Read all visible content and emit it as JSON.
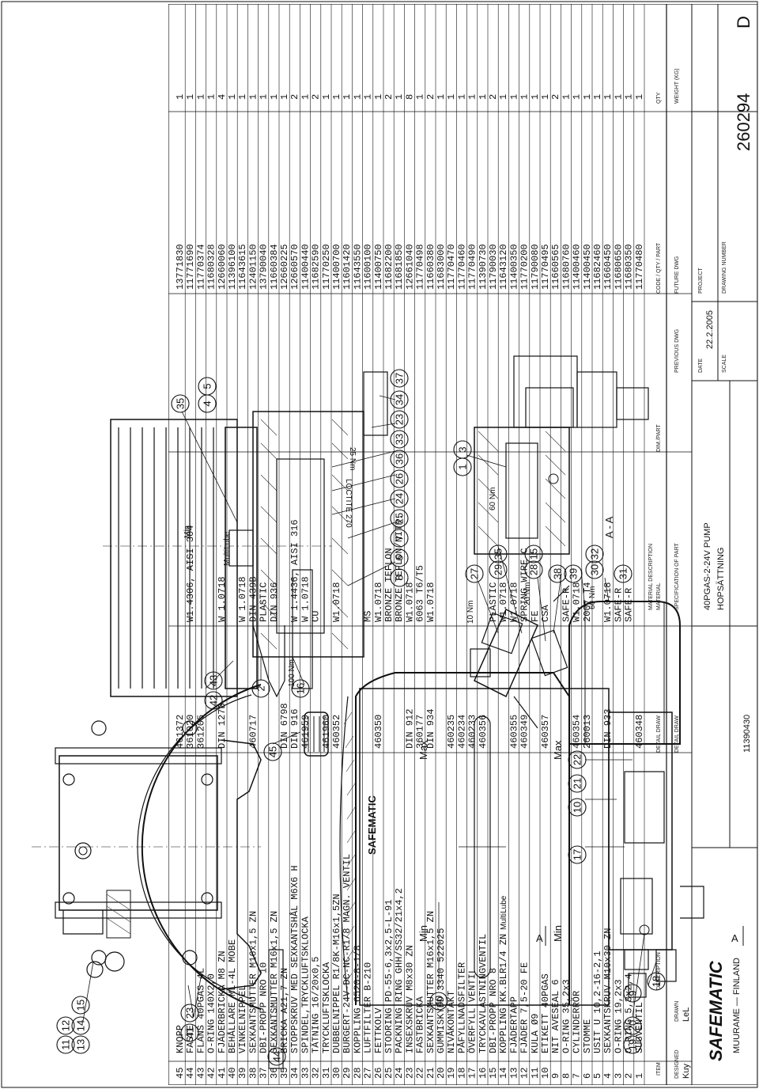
{
  "parts_list": {
    "header": {
      "item": "ITEM",
      "description": "DESCRIPTION",
      "detail_draw": "DETAIL DRAW",
      "material": "MATERIAL",
      "material_description": "MATERIAL DESCRIPTION",
      "dim_part": "DIM./PART",
      "code": "CODE / QTY / PART",
      "qty": "QTY"
    },
    "items": [
      {
        "no": "45",
        "desc": "KNOPP",
        "draw": "461372",
        "mat": "",
        "code": "13771830",
        "qty": "1"
      },
      {
        "no": "44",
        "desc": "FASTE",
        "draw": "361020",
        "mat": "W1.4306, AISI 304",
        "code": "11771690",
        "qty": "1"
      },
      {
        "no": "43",
        "desc": "FLANS 40PGAS 4L",
        "draw": "361205",
        "mat": "",
        "code": "11770374",
        "qty": "1"
      },
      {
        "no": "42",
        "desc": "O-RING 140X2,0",
        "draw": "",
        "mat": "",
        "code": "11680328",
        "qty": "1"
      },
      {
        "no": "41",
        "desc": "FJÄDERBRICKA M8 ZN",
        "draw": "DIN 127B",
        "mat": "W 1.0718",
        "code": "12660060",
        "qty": "4"
      },
      {
        "no": "40",
        "desc": "BEHÅLLARE ML-4L MOBE",
        "draw": "",
        "mat": "",
        "code": "11396100",
        "qty": "1"
      },
      {
        "no": "39",
        "desc": "VINKELNIPPEL",
        "draw": "",
        "mat": "W 1.0718",
        "code": "11643615",
        "qty": "1"
      },
      {
        "no": "38",
        "desc": "SEXKANTSMUTTER M16x1,5 ZN",
        "draw": "460717",
        "mat": "DIN 439B",
        "code": "12401150",
        "qty": "1"
      },
      {
        "no": "37",
        "desc": "DBI-PROPP NRO 10",
        "draw": "",
        "mat": "PLASTIC",
        "code": "13790040",
        "qty": "1"
      },
      {
        "no": "36",
        "desc": "SEXKANTSMUTTER M16x1,5 ZN",
        "draw": "",
        "mat": "DIN 936",
        "code": "11660384",
        "qty": "1"
      },
      {
        "no": "35",
        "desc": "BRICKA A21,7 ZN",
        "draw": "DIN 6798",
        "mat": "",
        "code": "12660225",
        "qty": "1"
      },
      {
        "no": "34",
        "desc": "STOPPSKRUV MED SEXKANTSHÅL M6X6 H",
        "draw": "DIN 916",
        "mat": "W 1.4436, AISI 316",
        "code": "12660570",
        "qty": "2"
      },
      {
        "no": "33",
        "desc": "SPINDEL,TRYCKLUFTSKLOCKA",
        "draw": "461959",
        "mat": "W 1.0718",
        "code": "11400440",
        "qty": "1"
      },
      {
        "no": "32",
        "desc": "TÄTNING 16/20x0,5",
        "draw": "",
        "mat": "CU",
        "code": "11682590",
        "qty": "2"
      },
      {
        "no": "31",
        "desc": "TRYCKLUFTSKLOCKA",
        "draw": "461960",
        "mat": "",
        "code": "11770250",
        "qty": "1"
      },
      {
        "no": "30",
        "desc": "DUBBELNIPPEL R1/8K-M16x1,5ZN",
        "draw": "460352",
        "mat": "W1.0718",
        "code": "11400700",
        "qty": "1"
      },
      {
        "no": "29",
        "desc": "BURGERT-24V-DC-NC-R1/8 MAGN. VENTIL",
        "draw": "",
        "mat": "",
        "code": "11601420",
        "qty": "1"
      },
      {
        "no": "28",
        "desc": "KOPPLING 6520-8-1/8",
        "draw": "",
        "mat": "",
        "code": "11643550",
        "qty": "1"
      },
      {
        "no": "27",
        "desc": "LUFTFILTER B-210",
        "draw": "",
        "mat": "MS",
        "code": "11600100",
        "qty": "1"
      },
      {
        "no": "26",
        "desc": "FETTKOLV",
        "draw": "460350",
        "mat": "W1.0718",
        "code": "11400750",
        "qty": "1"
      },
      {
        "no": "25",
        "desc": "STODRING PD-55-6,3x2,5-L-91",
        "draw": "",
        "mat": "BRONZE TEFLON",
        "code": "11682200",
        "qty": "2"
      },
      {
        "no": "24",
        "desc": "PACKNING RING GHH/SS32/21x4,2",
        "draw": "",
        "mat": "BRONZE TEFLON/NITR.",
        "code": "11681850",
        "qty": "1"
      },
      {
        "no": "23",
        "desc": "INSEXSKRUV M8x30 ZN",
        "draw": "DIN 912",
        "mat": "W1.0718",
        "code": "12661040",
        "qty": "8"
      },
      {
        "no": "22",
        "desc": "FASTBRICKA",
        "draw": "360177",
        "mat": "6063 T6/T5",
        "code": "11770498",
        "qty": "1"
      },
      {
        "no": "21",
        "desc": "SEXKANTSMUTTER M16x1,5 ZN",
        "draw": "DIN 934",
        "mat": "W1.0718",
        "code": "11660380",
        "qty": "2"
      },
      {
        "no": "20",
        "desc": "GUMMISKYDD 3340 522025",
        "draw": "",
        "mat": "",
        "code": "11683000",
        "qty": "1"
      },
      {
        "no": "19",
        "desc": "NIVÅKONTAKT",
        "draw": "460235",
        "mat": "",
        "code": "11770470",
        "qty": "1"
      },
      {
        "no": "18",
        "desc": "PÅFYLLNADSFILTER",
        "draw": "460234",
        "mat": "",
        "code": "11770460",
        "qty": "1"
      },
      {
        "no": "17",
        "desc": "ÖVERFYLL VENTIL",
        "draw": "460233",
        "mat": "",
        "code": "11770490",
        "qty": "1"
      },
      {
        "no": "16",
        "desc": "TRYCKAVLASTNINGVENTIL",
        "draw": "460356",
        "mat": "",
        "code": "11390730",
        "qty": "1"
      },
      {
        "no": "15",
        "desc": "DBI-PROPP NRO 8",
        "draw": "",
        "mat": "PLASTIC",
        "code": "11790030",
        "qty": "2"
      },
      {
        "no": "14",
        "desc": "KOPPLING KK.BLR1/4 ZN",
        "draw": "",
        "mat": "W1.0718",
        "code": "11643120",
        "qty": "1"
      },
      {
        "no": "13",
        "desc": "FJÄDERTAPP",
        "draw": "460355",
        "mat": "W1.0718",
        "code": "11400350",
        "qty": "1"
      },
      {
        "no": "12",
        "desc": "FJÄDER 7,5-20 FE",
        "draw": "460349",
        "mat": "SPRING WIRE C",
        "code": "11770200",
        "qty": "1"
      },
      {
        "no": "11",
        "desc": "KULA Ø9",
        "draw": "",
        "mat": "FE",
        "code": "11790080",
        "qty": "1"
      },
      {
        "no": "10",
        "desc": "ETIKETT 40PGAS",
        "draw": "460357",
        "mat": "CSA",
        "code": "11770495",
        "qty": "1"
      },
      {
        "no": "9",
        "desc": "NIT AVESEAL 6",
        "draw": "",
        "mat": "",
        "code": "11660565",
        "qty": "2"
      },
      {
        "no": "8",
        "desc": "O-RING 35,2x3",
        "draw": "",
        "mat": "SAFE-R",
        "code": "11680760",
        "qty": "1"
      },
      {
        "no": "7",
        "desc": "CYLINDERRÖR",
        "draw": "460354",
        "mat": "W1.0718",
        "code": "11400460",
        "qty": "1"
      },
      {
        "no": "6",
        "desc": "STOMME",
        "draw": "260013",
        "mat": "2007 T4",
        "code": "11400450",
        "qty": "1"
      },
      {
        "no": "5",
        "desc": "USIT U 10,2-16-2,1",
        "draw": "",
        "mat": "",
        "code": "11682460",
        "qty": "1"
      },
      {
        "no": "4",
        "desc": "SEXKANTSKRUV M10x30 ZN",
        "draw": "DIN 933",
        "mat": "W1.0718",
        "code": "11660450",
        "qty": "1"
      },
      {
        "no": "3",
        "desc": "O-RING 19,2x3",
        "draw": "",
        "mat": "SAFE-R",
        "code": "11680650",
        "qty": "1"
      },
      {
        "no": "2",
        "desc": "O-RING 5,3x2,4",
        "draw": "",
        "mat": "SAFE-R",
        "code": "11680350",
        "qty": "1"
      },
      {
        "no": "1",
        "desc": "SUGVENTIL",
        "draw": "460348",
        "mat": "",
        "code": "11770480",
        "qty": "1"
      }
    ]
  },
  "title_block": {
    "designed": "DESIGNED",
    "drawn": "DRAWN",
    "checked": "Kuy",
    "approved": "LeL",
    "detail_draw": "DETAIL DRAW",
    "specification": "SPECIFICATION OF PART",
    "title1": "40PGAS-2-24V PUMP",
    "title2": "HOPSÄTTNING",
    "drawing_no_left": "11390430",
    "previous_dwg": "PREVIOUS DWG",
    "future_dwg": "FUTURE DWG",
    "date_label": "DATE",
    "date": "22.2.2005",
    "scale_label": "SCALE",
    "project_label": "PROJECT",
    "drawing_number_label": "DRAWING NUMBER",
    "weight_label": "WEIGHT (KG)",
    "drawing_number": "260294",
    "revision": "D",
    "company": "SAFEMATIC",
    "company_sub": "MUURAME — FINLAND"
  },
  "drawing": {
    "brand_logo": "SAFEMATIC",
    "level_labels": {
      "min": "Min",
      "max": "Max",
      "multilube": "MultiLube"
    },
    "notes": {
      "torque_100": "100 Nm",
      "torque_60a": "60 Nm",
      "torque_60b": "60 Nm",
      "torque_20": "20 Nm",
      "torque_10": "10 Nm",
      "torque_25": "25 Nm",
      "loctite": "LOCTITE 270"
    },
    "section_marks": {
      "a_top": "A",
      "a_bottom": "A",
      "section_label": "A - A"
    },
    "callouts": {
      "c11": "11",
      "c12": "12",
      "c13": "13",
      "c14": "14",
      "c15": "15",
      "c41": "41",
      "c23a": "23",
      "c44": "44",
      "c40": "40",
      "c19": "19",
      "c20": "20",
      "c9": "9",
      "c18": "18",
      "c17": "17",
      "c10": "10",
      "c21": "21",
      "c22": "22",
      "c45": "45",
      "c42": "42",
      "c43": "43",
      "c2": "2",
      "c16": "16",
      "c27": "27",
      "c29": "29",
      "c35b": "35",
      "c28": "28",
      "c15b": "15",
      "c38": "38",
      "c39": "39",
      "c30": "30",
      "c32": "32",
      "c31": "31",
      "c8": "8",
      "c6": "6",
      "c7": "7",
      "c25": "25",
      "c24": "24",
      "c26": "26",
      "c36": "36",
      "c33": "33",
      "c23b": "23",
      "c34": "34",
      "c37": "37",
      "c35": "35",
      "c4": "4",
      "c5": "5",
      "c1": "1",
      "c3": "3"
    }
  }
}
